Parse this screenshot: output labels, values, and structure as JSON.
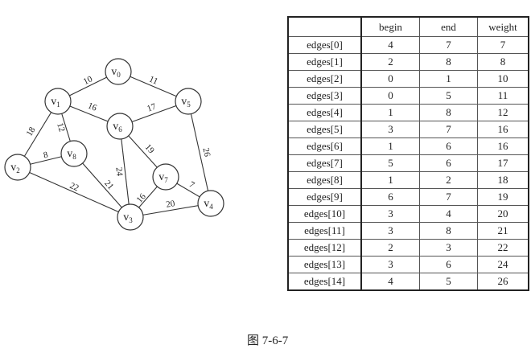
{
  "graph": {
    "nodes": [
      {
        "id": "v0",
        "base": "v",
        "sub": "0"
      },
      {
        "id": "v1",
        "base": "v",
        "sub": "1"
      },
      {
        "id": "v2",
        "base": "v",
        "sub": "2"
      },
      {
        "id": "v3",
        "base": "v",
        "sub": "3"
      },
      {
        "id": "v4",
        "base": "v",
        "sub": "4"
      },
      {
        "id": "v5",
        "base": "v",
        "sub": "5"
      },
      {
        "id": "v6",
        "base": "v",
        "sub": "6"
      },
      {
        "id": "v7",
        "base": "v",
        "sub": "7"
      },
      {
        "id": "v8",
        "base": "v",
        "sub": "8"
      }
    ],
    "edges": [
      {
        "from": 1,
        "to": 0,
        "weight": "10"
      },
      {
        "from": 0,
        "to": 5,
        "weight": "11"
      },
      {
        "from": 1,
        "to": 6,
        "weight": "16"
      },
      {
        "from": 6,
        "to": 5,
        "weight": "17"
      },
      {
        "from": 1,
        "to": 2,
        "weight": "18"
      },
      {
        "from": 1,
        "to": 8,
        "weight": "12"
      },
      {
        "from": 2,
        "to": 8,
        "weight": "8"
      },
      {
        "from": 8,
        "to": 3,
        "weight": "21"
      },
      {
        "from": 2,
        "to": 3,
        "weight": "22"
      },
      {
        "from": 6,
        "to": 3,
        "weight": "24"
      },
      {
        "from": 6,
        "to": 7,
        "weight": "19"
      },
      {
        "from": 7,
        "to": 3,
        "weight": "16"
      },
      {
        "from": 7,
        "to": 4,
        "weight": "7"
      },
      {
        "from": 3,
        "to": 4,
        "weight": "20"
      },
      {
        "from": 5,
        "to": 4,
        "weight": "26"
      }
    ]
  },
  "table": {
    "headers": [
      "",
      "begin",
      "end",
      "weight"
    ],
    "rows": [
      [
        "edges[0]",
        "4",
        "7",
        "7"
      ],
      [
        "edges[1]",
        "2",
        "8",
        "8"
      ],
      [
        "edges[2]",
        "0",
        "1",
        "10"
      ],
      [
        "edges[3]",
        "0",
        "5",
        "11"
      ],
      [
        "edges[4]",
        "1",
        "8",
        "12"
      ],
      [
        "edges[5]",
        "3",
        "7",
        "16"
      ],
      [
        "edges[6]",
        "1",
        "6",
        "16"
      ],
      [
        "edges[7]",
        "5",
        "6",
        "17"
      ],
      [
        "edges[8]",
        "1",
        "2",
        "18"
      ],
      [
        "edges[9]",
        "6",
        "7",
        "19"
      ],
      [
        "edges[10]",
        "3",
        "4",
        "20"
      ],
      [
        "edges[11]",
        "3",
        "8",
        "21"
      ],
      [
        "edges[12]",
        "2",
        "3",
        "22"
      ],
      [
        "edges[13]",
        "3",
        "6",
        "24"
      ],
      [
        "edges[14]",
        "4",
        "5",
        "26"
      ]
    ]
  },
  "caption": "图 7-6-7"
}
